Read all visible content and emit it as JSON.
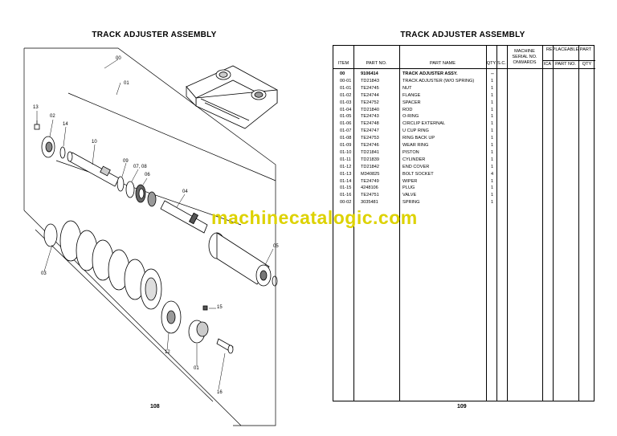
{
  "left_page": {
    "title": "TRACK ADJUSTER ASSEMBLY",
    "page_number": "108",
    "callouts": [
      "00",
      "01",
      "13",
      "02",
      "14",
      "10",
      "09",
      "07, 08",
      "06",
      "04",
      "03",
      "05",
      "15",
      "12",
      "01",
      "16"
    ]
  },
  "right_page": {
    "title": "TRACK ADJUSTER ASSEMBLY",
    "page_number": "109",
    "headers": {
      "item": "ITEM",
      "part_no": "PART NO.",
      "part_name": "PART NAME",
      "qty": "QTY",
      "sc": "S.C.",
      "machine_serial": "MACHINE SERIAL NO. ONWARDS",
      "replaceable": "REPLACEABLE PART",
      "ica": "ICA",
      "rep_part_no": "PART NO.",
      "rep_qty": "QTY"
    },
    "rows": [
      {
        "item": "00",
        "part_no": "9106414",
        "name": "TRACK ADJUSTER ASSY.",
        "qty": "--",
        "bold": true
      },
      {
        "item": "00-01",
        "part_no": "TD21843",
        "name": "TRACK ADJUSTER (W/O SPRING)",
        "qty": "1"
      },
      {
        "item": "01-01",
        "part_no": "TE24745",
        "name": "NUT",
        "qty": "1"
      },
      {
        "item": "01-02",
        "part_no": "TE24744",
        "name": "FLANGE",
        "qty": "1"
      },
      {
        "item": "01-03",
        "part_no": "TE24752",
        "name": "SPACER",
        "qty": "1"
      },
      {
        "item": "01-04",
        "part_no": "TD21840",
        "name": "ROD",
        "qty": "1"
      },
      {
        "item": "01-05",
        "part_no": "TE24743",
        "name": "O-RING",
        "qty": "1"
      },
      {
        "item": "01-06",
        "part_no": "TE24748",
        "name": "CIRCLIP EXTERNAL",
        "qty": "1"
      },
      {
        "item": "01-07",
        "part_no": "TE24747",
        "name": "U CUP RING",
        "qty": "1"
      },
      {
        "item": "01-08",
        "part_no": "TE24753",
        "name": "RING BACK UP",
        "qty": "1"
      },
      {
        "item": "01-09",
        "part_no": "TE24746",
        "name": "WEAR RING",
        "qty": "1"
      },
      {
        "item": "01-10",
        "part_no": "TD21841",
        "name": "PISTON",
        "qty": "1"
      },
      {
        "item": "01-11",
        "part_no": "TD21839",
        "name": "CYLINDER",
        "qty": "1"
      },
      {
        "item": "01-12",
        "part_no": "TD21842",
        "name": "END COVER",
        "qty": "1"
      },
      {
        "item": "01-13",
        "part_no": "M340825",
        "name": "BOLT SOCKET",
        "qty": "4"
      },
      {
        "item": "01-14",
        "part_no": "TE24749",
        "name": "WIPER",
        "qty": "1"
      },
      {
        "item": "01-15",
        "part_no": "4248106",
        "name": "PLUG",
        "qty": "1"
      },
      {
        "item": "01-16",
        "part_no": "TE24751",
        "name": "VALVE",
        "qty": "1"
      },
      {
        "item": "00-02",
        "part_no": "3035481",
        "name": "SPRING",
        "qty": "1"
      }
    ]
  },
  "watermark": "machinecatalogic.com"
}
